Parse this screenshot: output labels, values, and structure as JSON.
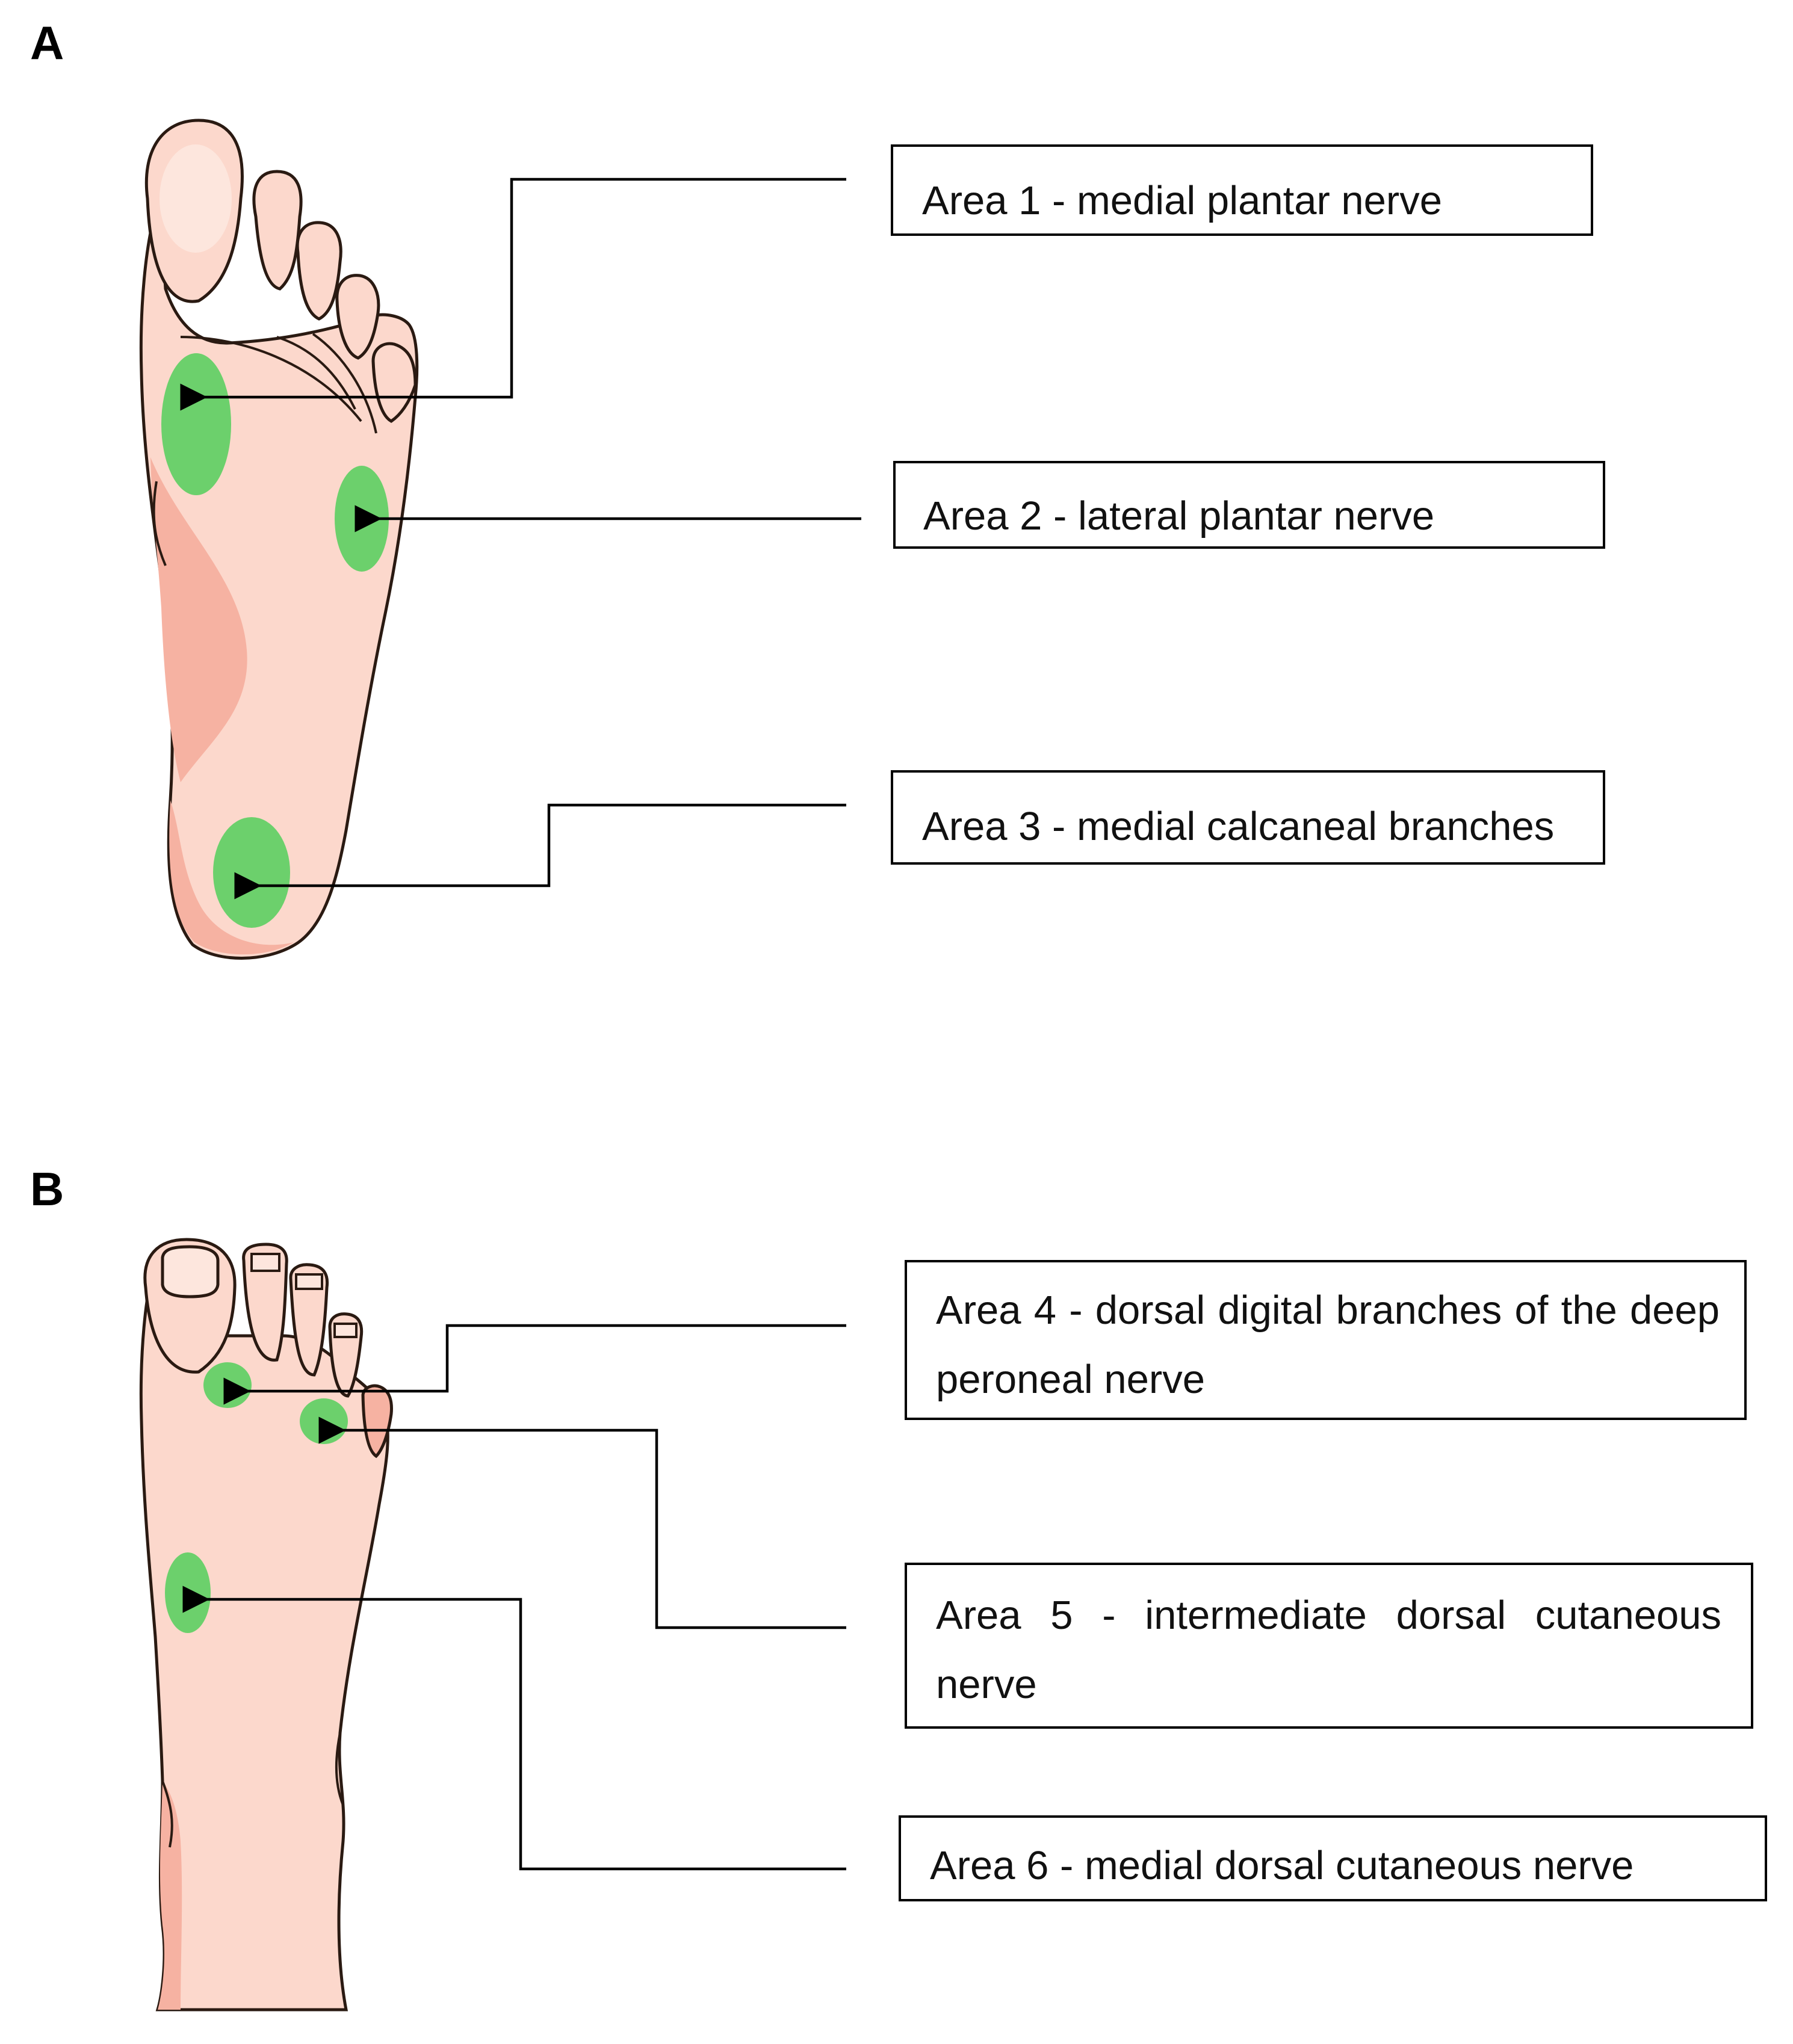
{
  "panels": [
    {
      "id": "A",
      "label": "A"
    },
    {
      "id": "B",
      "label": "B"
    }
  ],
  "labels": {
    "area1": "Area 1 - medial plantar nerve",
    "area2": "Area 2 - lateral plantar nerve",
    "area3": "Area 3 - medial calcaneal branches",
    "area4": "Area 4 - dorsal digital branches of the deep peroneal nerve",
    "area5": "Area 5 - intermediate dorsal cutaneous nerve",
    "area6": "Area 6 - medial dorsal cutaneous nerve"
  },
  "colors": {
    "skin": "#fcd8cc",
    "skin_shadow": "#f6b2a2",
    "area_highlight": "#6cd06c",
    "outline": "#2a1a12",
    "leader_line": "#000000"
  }
}
